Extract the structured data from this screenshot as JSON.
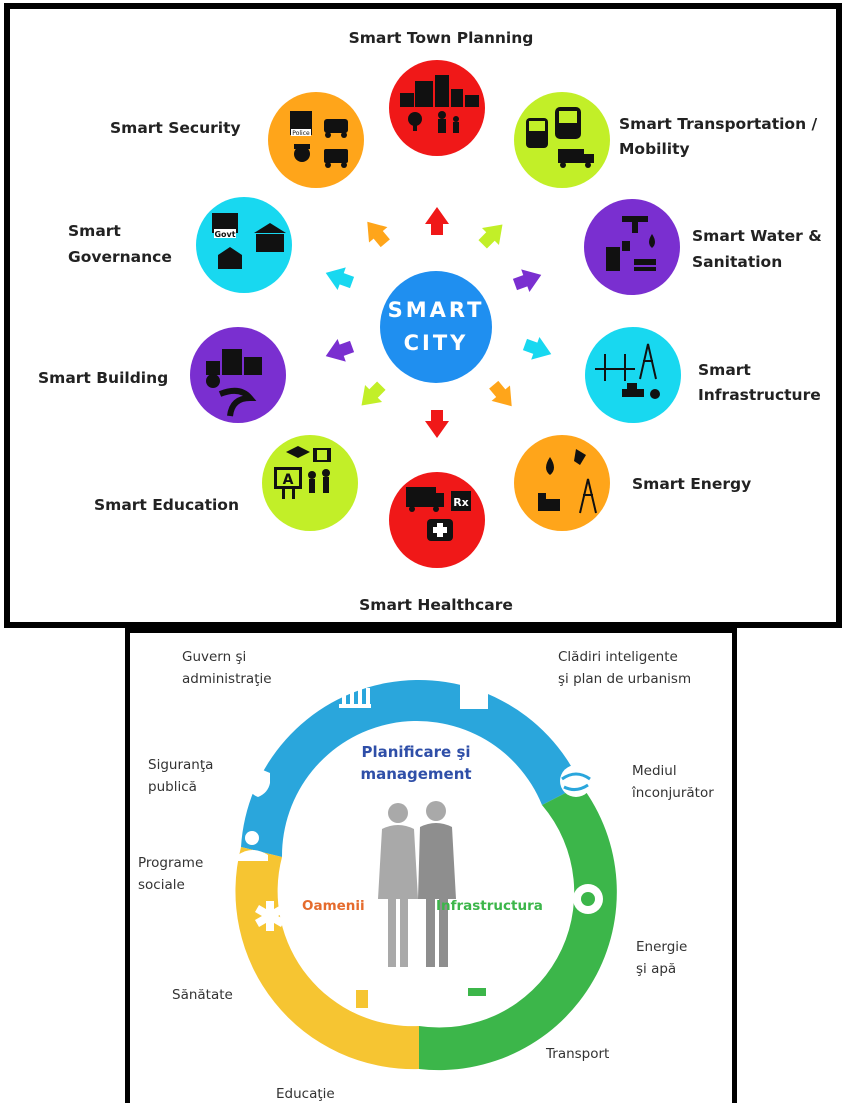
{
  "smart_city": {
    "center_line1": "SMART",
    "center_line2": "CITY",
    "labels": {
      "town_planning": "Smart Town Planning",
      "transportation_1": "Smart Transportation /",
      "transportation_2": "Mobility",
      "water_1": "Smart Water &",
      "water_2": "Sanitation",
      "infrastructure_1": "Smart",
      "infrastructure_2": "Infrastructure",
      "energy": "Smart Energy",
      "healthcare": "Smart Healthcare",
      "education": "Smart Education",
      "building": "Smart Building",
      "governance_1": "Smart",
      "governance_2": "Governance",
      "security": "Smart Security"
    },
    "icon_text": {
      "police": "Police",
      "govt": "Govt",
      "a_letter": "A",
      "rx": "Rx"
    },
    "colors": {
      "center": "#1f8ff0",
      "red": "#f01818",
      "lime": "#c2ef28",
      "purple": "#7a2fd0",
      "cyan": "#18d8f0",
      "orange": "#ffa51a"
    }
  },
  "ring_diagram": {
    "center_title_1": "Planificare şi",
    "center_title_2": "management",
    "people_label": "Oamenii",
    "infra_label": "Infrastructura",
    "labels": {
      "guvern_1": "Guvern şi",
      "guvern_2": "administraţie",
      "cladiri_1": "Clădiri inteligente",
      "cladiri_2": "şi plan de urbanism",
      "siguranta_1": "Siguranţa",
      "siguranta_2": "publică",
      "mediul_1": "Mediul",
      "mediul_2": "înconjurător",
      "programe_1": "Programe",
      "programe_2": "sociale",
      "energie_1": "Energie",
      "energie_2": "şi apă",
      "sanatate": "Sănătate",
      "transport": "Transport",
      "educatie": "Educaţie"
    },
    "colors": {
      "blue": "#2aa6dc",
      "yellow": "#f6c532",
      "green": "#3cb64a",
      "people_text": "#e56b2d",
      "infra_text": "#3cb64a",
      "title_text": "#2f4fa8"
    }
  }
}
